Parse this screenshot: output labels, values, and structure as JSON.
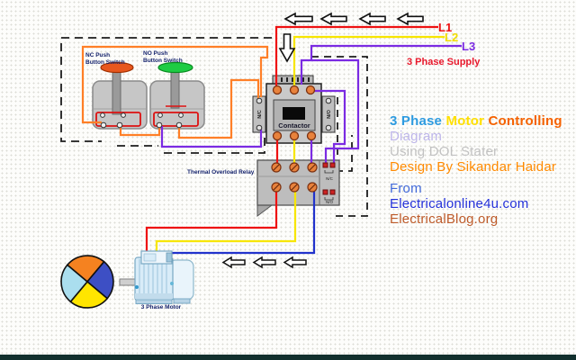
{
  "supply": {
    "l1": "L1",
    "l2": "L2",
    "l3": "L3",
    "label": "3 Phase Supply"
  },
  "push_buttons": {
    "nc": {
      "label_line1": "NC Push",
      "label_line2": "Button Switch"
    },
    "no": {
      "label_line1": "NO Push",
      "label_line2": "Button Switch"
    }
  },
  "contactor": {
    "label": "Contactor",
    "left_aux": "N/C",
    "right_aux": "N/O"
  },
  "overload_relay": {
    "label": "Thermal Overload Relay",
    "aux_top": "N/C",
    "aux_bottom": "N/O"
  },
  "motor": {
    "label": "3 Phase Motor"
  },
  "info_block": {
    "title_part1": "3 Phase",
    "title_part2": "Motor",
    "title_part3": "Controlling",
    "line2": "Diagram",
    "line3": "Using DOL Stater",
    "line4": "Design By Sikandar Haidar",
    "line5": "From",
    "line6": "Electricalonline4u.com",
    "line7": "ElectricalBlog.org"
  },
  "colors": {
    "l1_wire": "#ee1111",
    "l2_wire": "#f7e600",
    "l3_wire": "#7b2be2",
    "control_wire": "#ff7f27",
    "motor_blue_wire": "#2233cc",
    "supply_text": "#e8192c",
    "label_navy": "#16246e",
    "title_blue": "#2e9be0",
    "title_yellow": "#ffe000",
    "title_orange": "#f56200",
    "diagram_text": "#bdb5ea",
    "dol_text": "#c2c2c2",
    "design_text": "#ff8a00",
    "from_text": "#4169d9",
    "site1_text": "#2431d9",
    "site2_text": "#be5b2a",
    "pie_orange": "#f58220",
    "pie_blue": "#3d4fc4",
    "pie_yellow": "#ffe500",
    "pie_cyan": "#aadeee"
  }
}
